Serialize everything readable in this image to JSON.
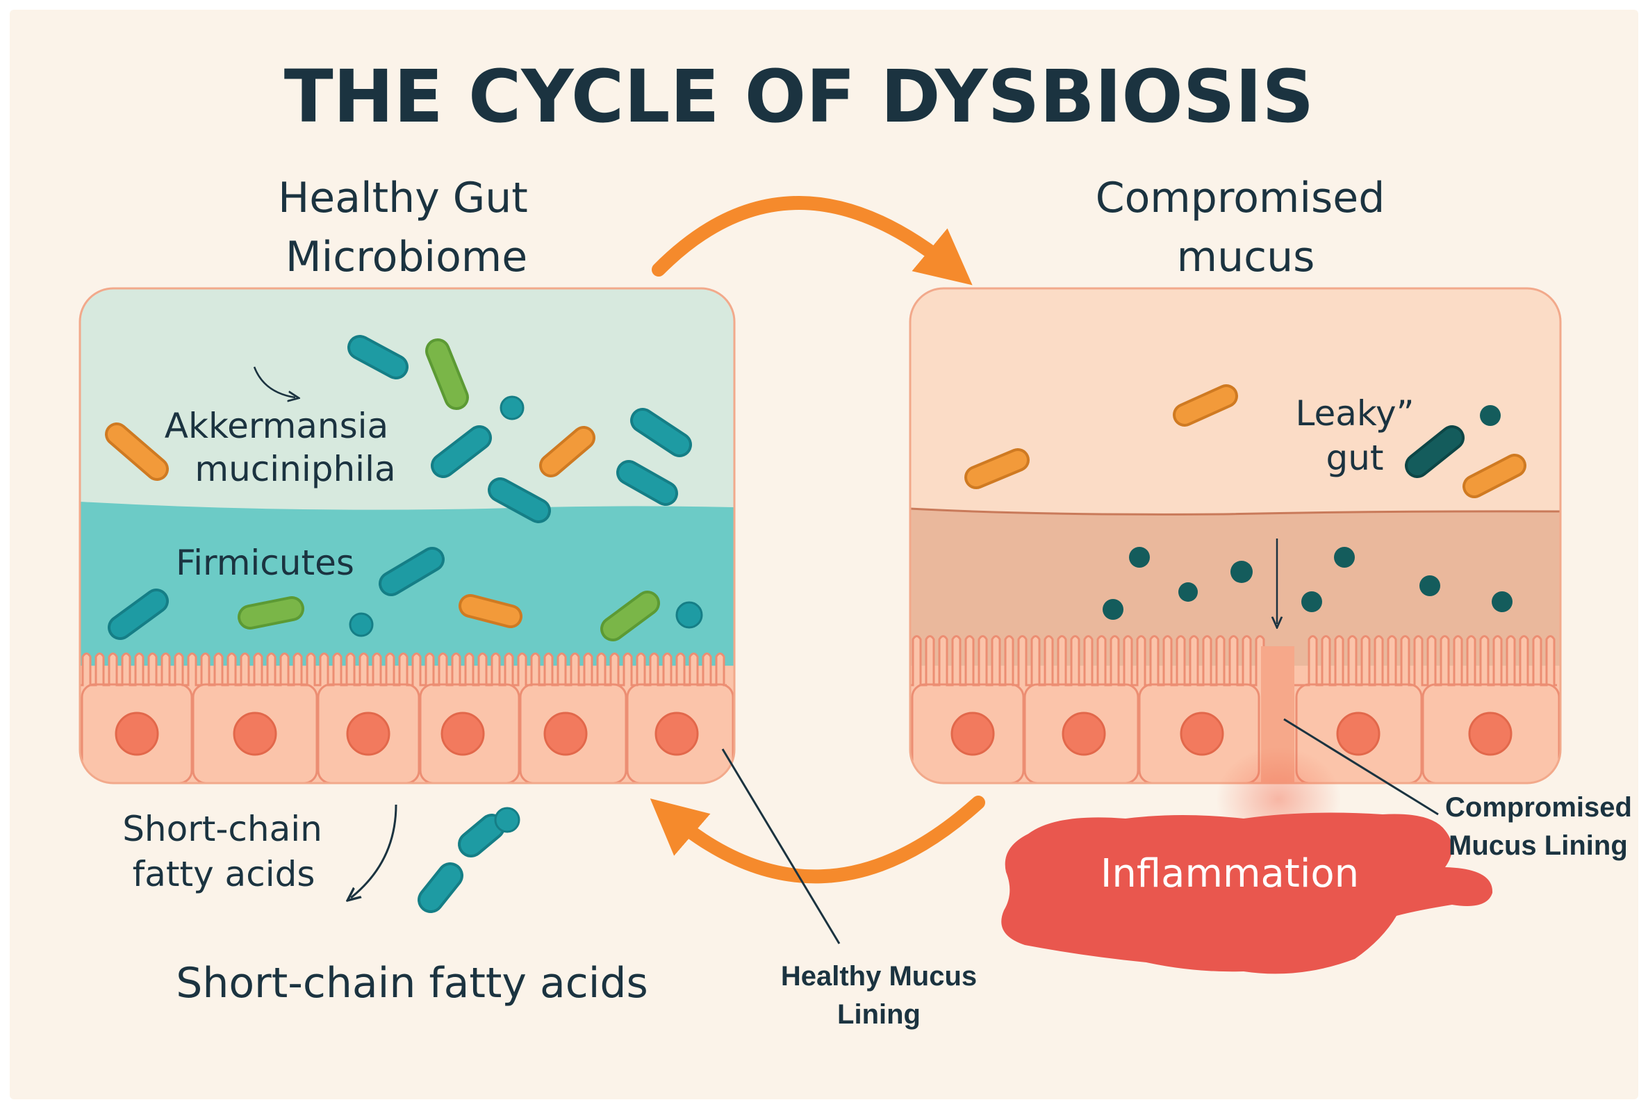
{
  "title": "THE CYCLE OF DYSBIOSIS",
  "healthy_panel": {
    "heading_line1": "Healthy Gut",
    "heading_line2": "Microbiome",
    "bacteria_label_line1": "Akkermansia",
    "bacteria_label_line2": "muciniphila",
    "layer_label": "Firmicutes",
    "scfa_small_line1": "Short-chain",
    "scfa_small_line2": "fatty acids",
    "scfa_large": "Short-chain fatty acids",
    "callout_line1": "Healthy Mucus",
    "callout_line2": "Lining"
  },
  "compromised_panel": {
    "heading_line1": "Compromised",
    "heading_line2": "mucus",
    "leaky_line1": "Leaky”",
    "leaky_line2": "gut",
    "inflammation": "Inflammation",
    "callout_line1": "Compromised",
    "callout_line2": "Mucus Lining"
  },
  "colors": {
    "background": "#fbf3e9",
    "arrow": "#f58a2c",
    "healthy_lumen": "#d7e9de",
    "healthy_mucus": "#6ccbc6",
    "compromised_lumen": "#fbdcc6",
    "compromised_mucus": "#eab89c",
    "epithelium": "#fbc4aa",
    "nucleus": "#f27a5e",
    "inflammation": "#e9574e",
    "teal_bacteria": "#1e9ba3",
    "green_bacteria": "#7ab648",
    "orange_bacteria": "#f29a3a",
    "dark_teal_bacteria": "#145c5c"
  }
}
